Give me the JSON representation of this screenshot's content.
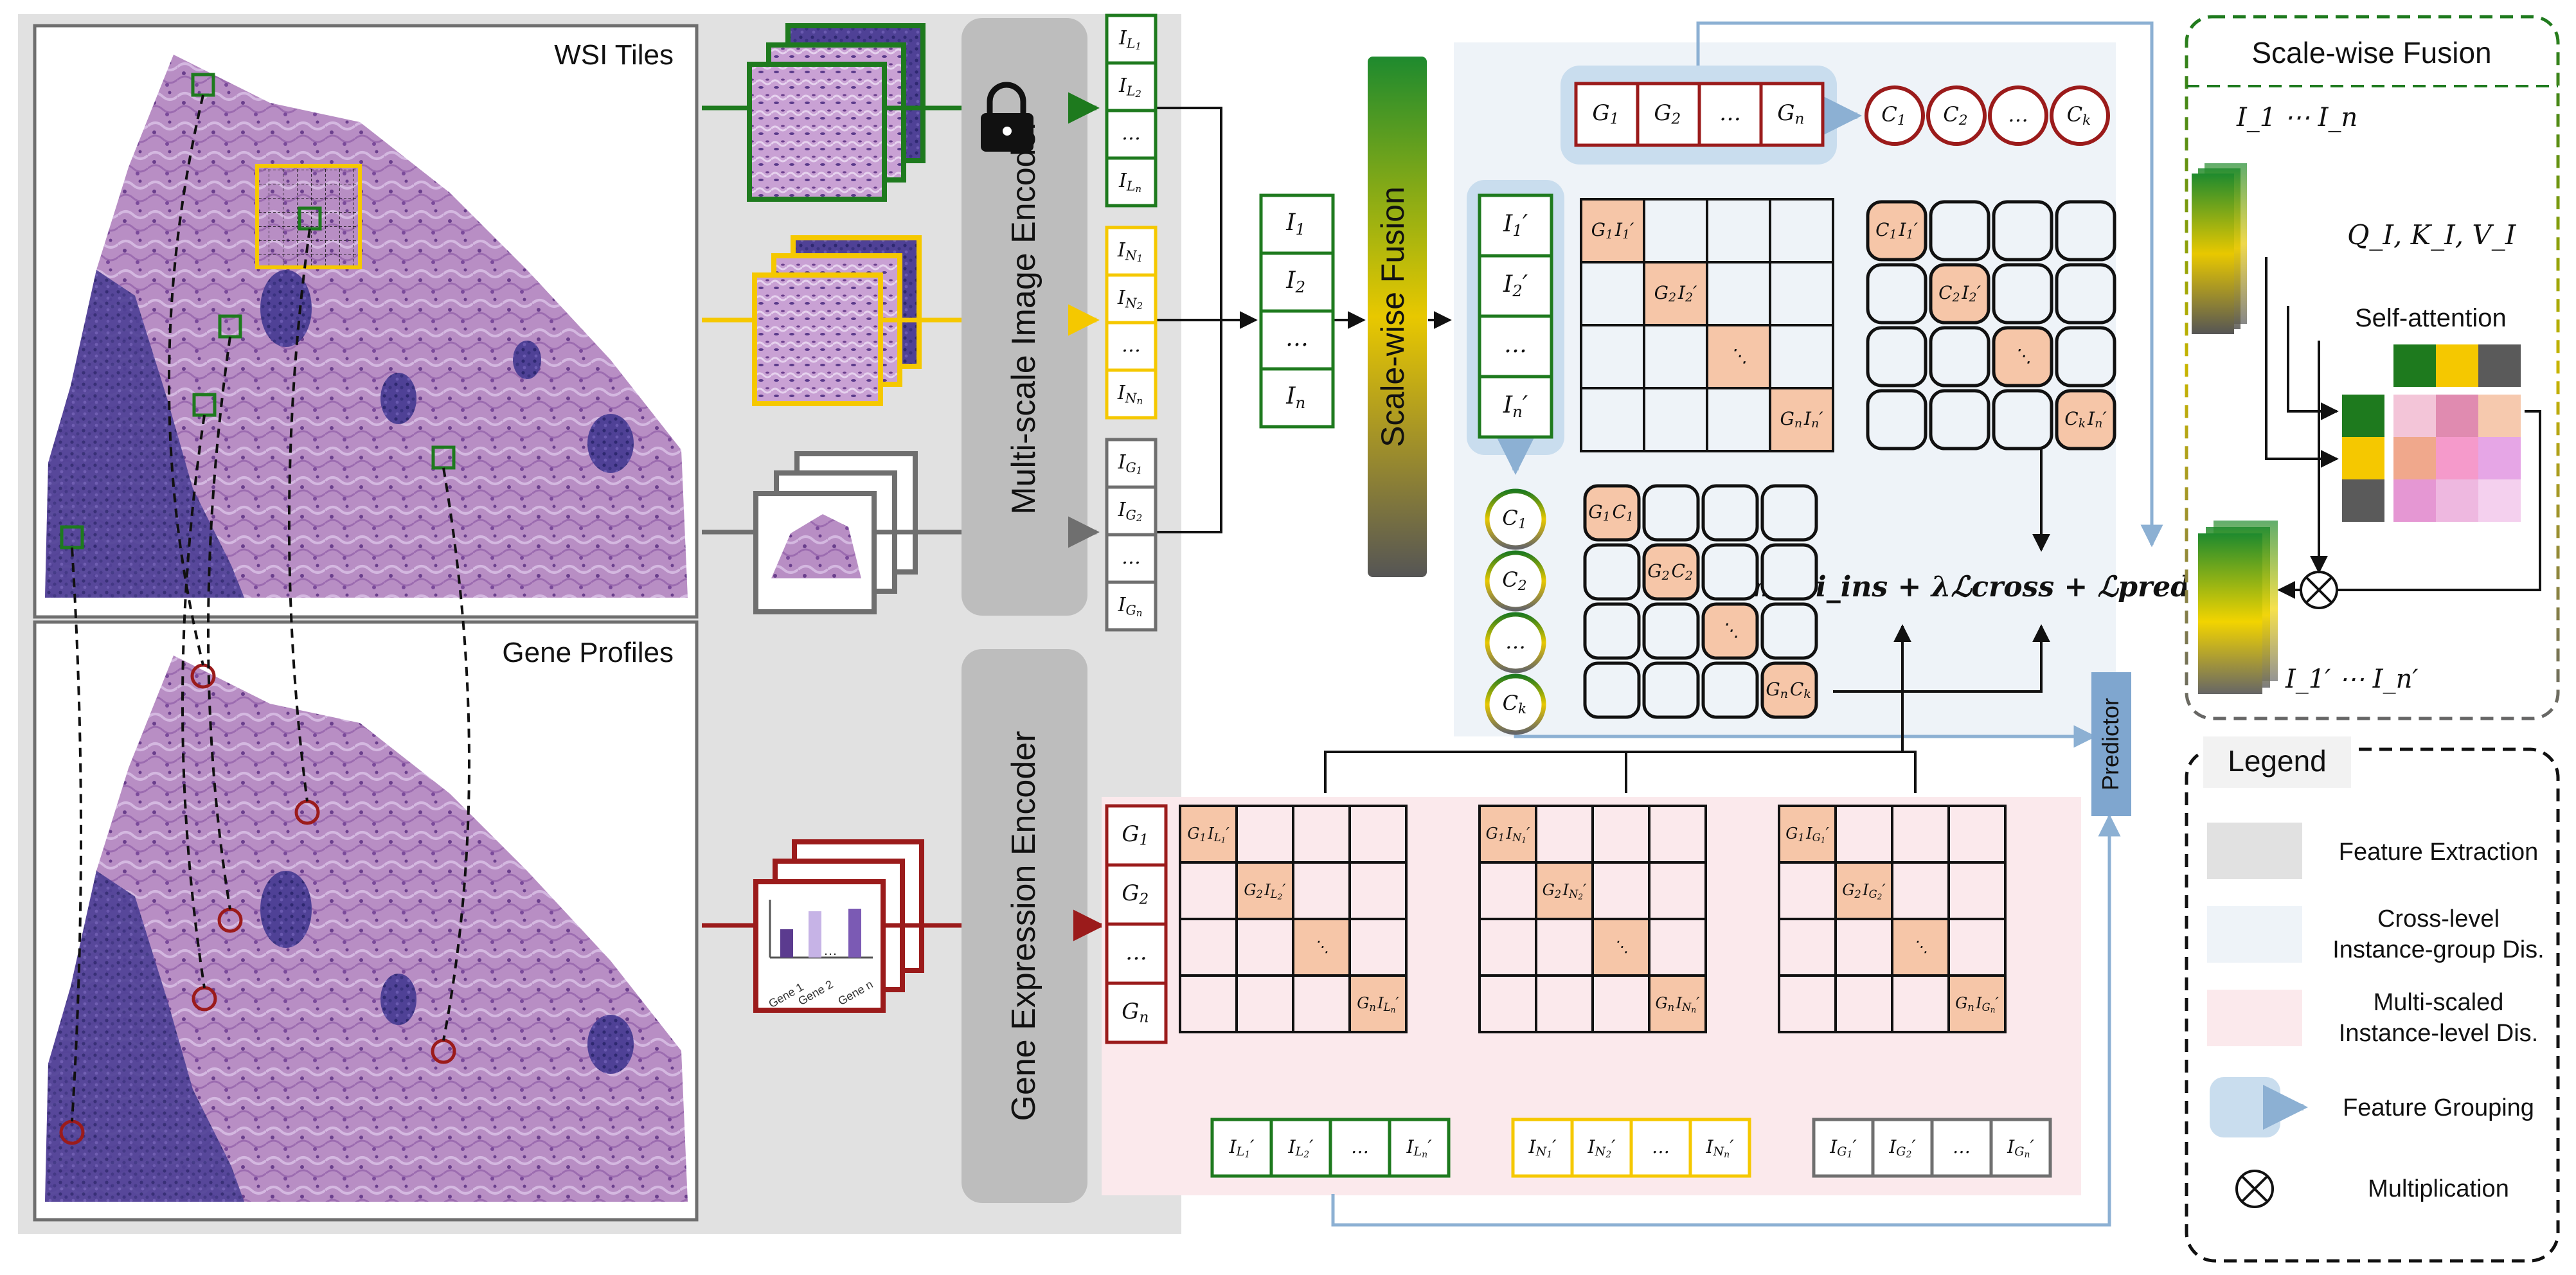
{
  "panels": {
    "wsi_tiles_label": "WSI Tiles",
    "gene_profiles_label": "Gene Profiles"
  },
  "encoders": {
    "image_encoder_label": "Multi-scale Image Encoder",
    "gene_encoder_label": "Gene Expression Encoder",
    "scale_fusion_label": "Scale-wise Fusion",
    "predictor_label": "Predictor"
  },
  "tokens": {
    "ell": "…",
    "L_stack": [
      "I_{L_1}",
      "I_{L_2}",
      "…",
      "I_{L_n}"
    ],
    "N_stack": [
      "I_{N_1}",
      "I_{N_2}",
      "…",
      "I_{N_n}"
    ],
    "G_stack": [
      "I_{G_1}",
      "I_{G_2}",
      "…",
      "I_{G_n}"
    ],
    "I_stack": [
      "I_1",
      "I_2",
      "…",
      "I_n"
    ],
    "Iprime_stack": [
      "I_1′",
      "I_2′",
      "…",
      "I_n′"
    ],
    "C_stack": [
      "C_1",
      "C_2",
      "…",
      "C_k"
    ],
    "G_top_row": [
      "G_1",
      "G_2",
      "…",
      "G_n"
    ],
    "C_top_row": [
      "C_1",
      "C_2",
      "…",
      "C_k"
    ],
    "Gene_left_stack": [
      "G_1",
      "G_2",
      "…",
      "G_n"
    ],
    "bottom_L_row": [
      "I_{L_1}′",
      "I_{L_2}′",
      "…",
      "I_{L_n}′"
    ],
    "bottom_N_row": [
      "I_{N_1}′",
      "I_{N_2}′",
      "…",
      "I_{N_n}′"
    ],
    "bottom_G_row": [
      "I_{G_1}′",
      "I_{G_2}′",
      "…",
      "I_{G_n}′"
    ]
  },
  "matrices": {
    "GI": [
      "G_1 I_1′",
      "G_2 I_2′",
      "⋱",
      "G_n I_n′"
    ],
    "CI": [
      "C_1 I_1′",
      "C_2 I_2′",
      "⋱",
      "C_k I_n′"
    ],
    "GC": [
      "G_1 C_1",
      "G_2 C_2",
      "⋱",
      "G_n C_k"
    ],
    "GIL": [
      "G_1 I_{L_1}′",
      "G_2 I_{L_2}′",
      "⋱",
      "G_n I_{L_n}′"
    ],
    "GIN": [
      "G_1 I_{N_1}′",
      "G_2 I_{N_2}′",
      "⋱",
      "G_n I_{N_n}′"
    ],
    "GIG": [
      "G_1 I_{G_1}′",
      "G_2 I_{G_2}′",
      "⋱",
      "G_n I_{G_n}′"
    ]
  },
  "loss": {
    "formula": "ℒmulti_ins + λℒcross + ℒpred"
  },
  "gene_chart": {
    "labels": [
      "Gene 1",
      "Gene 2",
      "…",
      "Gene n"
    ]
  },
  "fusion_panel": {
    "title": "Scale-wise Fusion",
    "input_label": "I_1 ⋯ I_n",
    "qkv_label": "Q_I, K_I, V_I",
    "attention_label": "Self-attention",
    "output_label": "I_1′ ⋯ I_n′"
  },
  "legend": {
    "title": "Legend",
    "items": [
      {
        "label_lines": [
          "Feature Extraction"
        ]
      },
      {
        "label_lines": [
          "Cross-level",
          "Instance-group Dis."
        ]
      },
      {
        "label_lines": [
          "Multi-scaled",
          "Instance-level Dis."
        ]
      },
      {
        "label_lines": [
          "Feature Grouping"
        ]
      },
      {
        "label_lines": [
          "Multiplication"
        ]
      }
    ]
  },
  "colors": {
    "green": "#1e7a1e",
    "yellow": "#f5c800",
    "gray": "#6f6f6f",
    "red": "#9b1b1b",
    "peach": "#f6c6a8",
    "blue_light": "#eef3f8",
    "pink_light": "#fbe9ec",
    "feature_gray": "#e1e1e1",
    "group_blue": "#c9ddee",
    "arrow_blue": "#8cb0d3",
    "predictor_blue": "#7fa6cf"
  }
}
